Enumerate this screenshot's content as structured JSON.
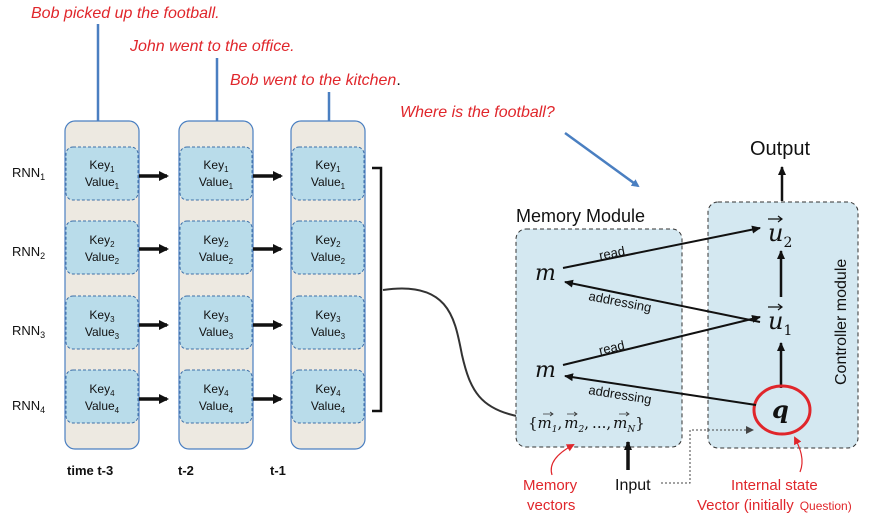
{
  "story": {
    "sentence1": "Bob picked up the football.",
    "sentence2": "John went to the office.",
    "sentence3": "Bob went to the kitchen",
    "sentence3_period": ".",
    "question": "Where is the football?"
  },
  "rnn_rows": {
    "r1": {
      "label": "RNN",
      "sub": "1",
      "key": "Key",
      "value": "Value"
    },
    "r2": {
      "label": "RNN",
      "sub": "2",
      "key": "Key",
      "value": "Value"
    },
    "r3": {
      "label": "RNN",
      "sub": "3",
      "key": "Key",
      "value": "Value"
    },
    "r4": {
      "label": "RNN",
      "sub": "4",
      "key": "Key",
      "value": "Value"
    }
  },
  "timesteps": {
    "t3": "time t-3",
    "t2": "t-2",
    "t1": "t-1"
  },
  "memory_module": {
    "title": "Memory Module",
    "m_symbol": "m",
    "read": "read",
    "addressing": "addressing",
    "vectors_open": "{",
    "vectors_m": "m",
    "vectors_sub1": "1",
    "vectors_sub2": "2",
    "vectors_dots": "...,",
    "vectors_subN": "N",
    "vectors_close": "}",
    "comma": ","
  },
  "controller": {
    "title": "Controller module",
    "u_symbol": "u",
    "u1_sub": "1",
    "u2_sub": "2",
    "q_symbol": "q",
    "output": "Output"
  },
  "annotations": {
    "memory_vectors_line1": "Memory",
    "memory_vectors_line2": "vectors",
    "input": "Input",
    "internal_state_line1": "Internal state",
    "internal_state_line2": "Vector (initially",
    "internal_state_question": "Question)"
  },
  "colors": {
    "story_red": "#e0262b",
    "panel_beige": "#ede9e1",
    "cell_blue": "#b9dcea",
    "module_blue": "#d4e8f1",
    "line_blue": "#4a7fc1"
  }
}
